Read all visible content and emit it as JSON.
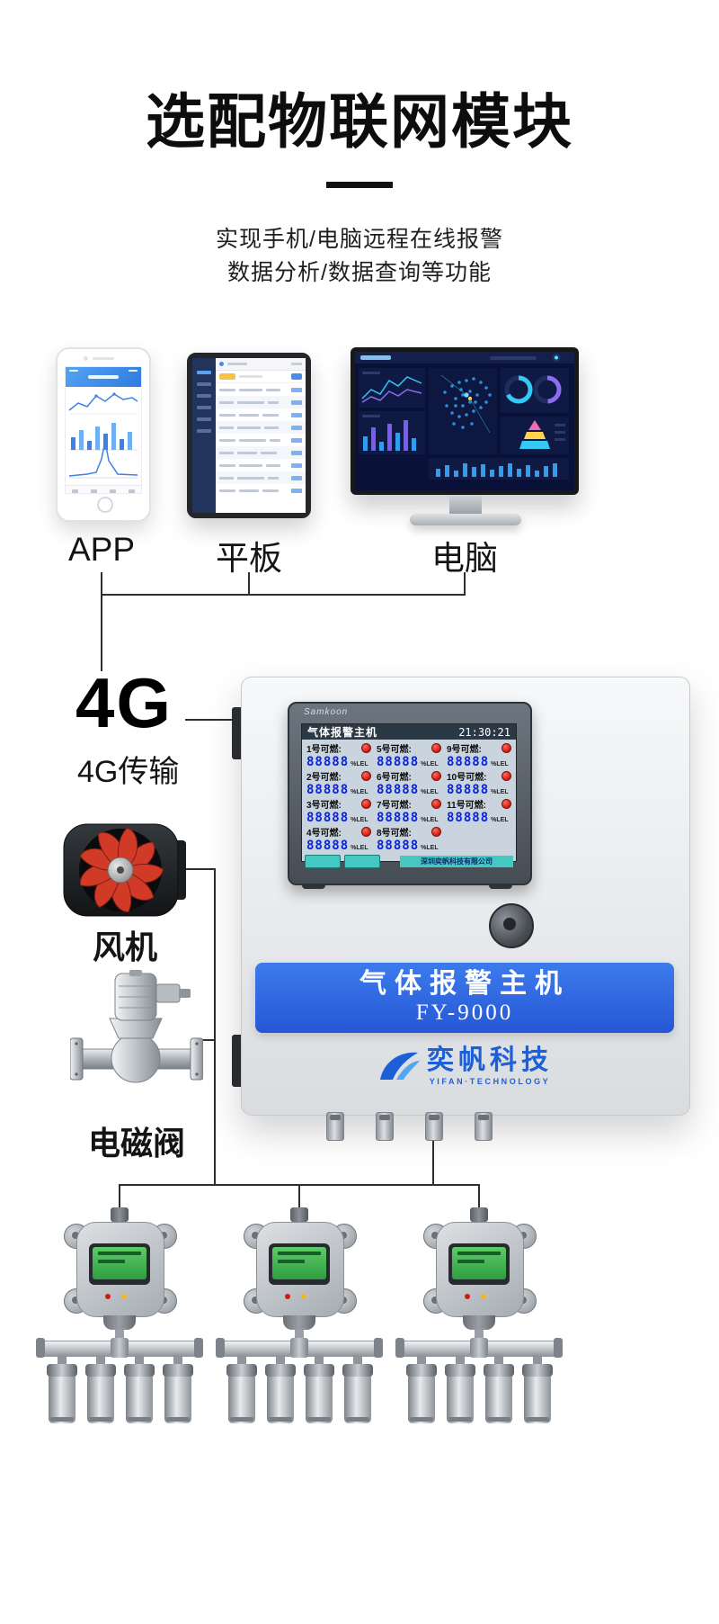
{
  "colors": {
    "accent_blue": "#2f6ce0",
    "logo_blue": "#1d5fd6",
    "alarm_red": "#e8332a",
    "value_blue": "#0a25d8",
    "teal": "#45c8c2",
    "fan_red": "#d23a28"
  },
  "header": {
    "title": "选配物联网模块",
    "subtitle_line1": "实现手机/电脑远程在线报警",
    "subtitle_line2": "数据分析/数据查询等功能"
  },
  "devices": {
    "app_label": "APP",
    "tablet_label": "平板",
    "pc_label": "电脑"
  },
  "transmission": {
    "big": "4G",
    "caption": "4G传输"
  },
  "peripherals": {
    "fan": "风机",
    "valve": "电磁阀"
  },
  "controller": {
    "bezel_brand": "Samkoon",
    "screen": {
      "title": "气体报警主机",
      "time": "21:30:21",
      "value": "88888",
      "unit": "%LEL",
      "channels": [
        "1号可燃:",
        "2号可燃:",
        "3号可燃:",
        "4号可燃:",
        "5号可燃:",
        "6号可燃:",
        "7号可燃:",
        "8号可燃:",
        "9号可燃:",
        "10号可燃:",
        "11号可燃:"
      ],
      "company": "深圳奕帆科技有限公司"
    },
    "band_title": "气体报警主机",
    "band_model": "FY-9000",
    "logo_cn": "奕帆科技",
    "logo_en": "YIFAN·TECHNOLOGY"
  }
}
